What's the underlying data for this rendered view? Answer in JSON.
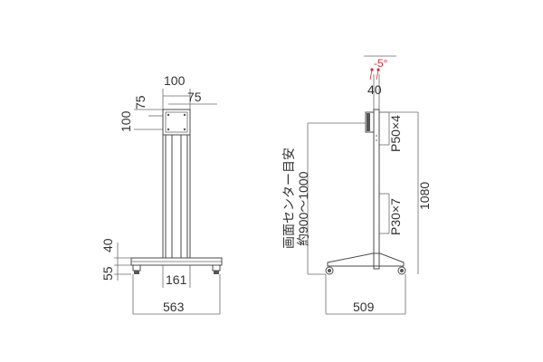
{
  "left_view": {
    "dims": {
      "top_width": "100",
      "inner_width": "75",
      "side_height_outer": "100",
      "side_height_inner": "75",
      "pole_width": "161",
      "base_width": "563",
      "foot_height": "40",
      "caster_height": "55"
    }
  },
  "right_view": {
    "dims": {
      "tilt": "-5°",
      "pole_depth": "40",
      "bracket_pitch": "P50×4",
      "slot_pitch": "P30×7",
      "total_height": "1080",
      "base_depth": "509"
    },
    "note_line1": "画面センター目安",
    "note_line2": "約900～1000"
  },
  "colors": {
    "line": "#4a4a4a",
    "accent": "#d0303c"
  }
}
